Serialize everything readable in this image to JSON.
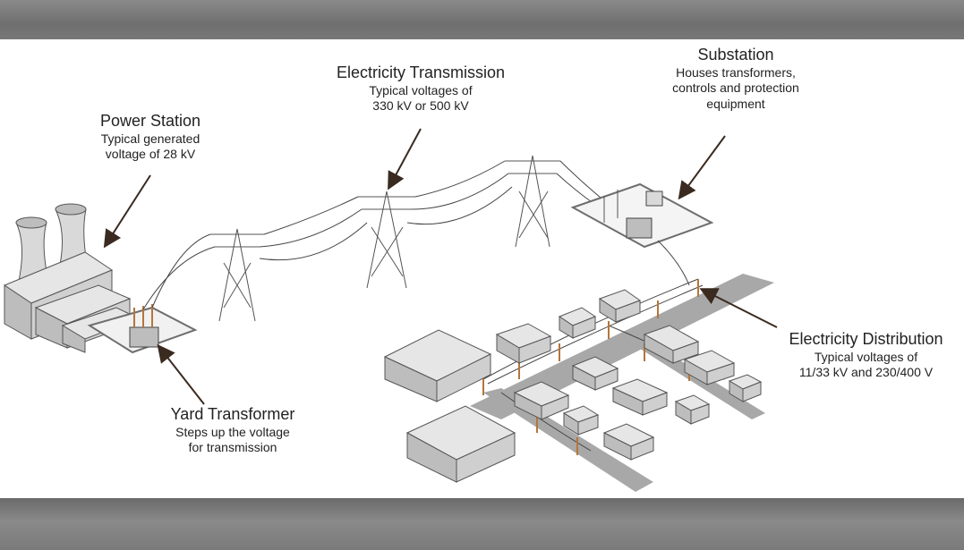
{
  "labels": {
    "power_station": {
      "title": "Power Station",
      "desc": "Typical generated\nvoltage of 28 kV"
    },
    "transmission": {
      "title": "Electricity Transmission",
      "desc": "Typical voltages of\n330 kV or 500 kV"
    },
    "substation": {
      "title": "Substation",
      "desc": "Houses transformers,\ncontrols and protection\nequipment"
    },
    "distribution": {
      "title": "Electricity Distribution",
      "desc": "Typical voltages of\n11/33 kV and 230/400 V"
    },
    "yard_transformer": {
      "title": "Yard Transformer",
      "desc": "Steps up the voltage\nfor transmission"
    }
  },
  "colors": {
    "building_light": "#e6e6e6",
    "building_mid": "#bdbdbd",
    "building_dark": "#8c8c8c",
    "road": "#a8a8a8",
    "pole": "#b5763a",
    "line": "#444444",
    "arrow": "#3a2a20",
    "frame": "#6e6e6e"
  }
}
